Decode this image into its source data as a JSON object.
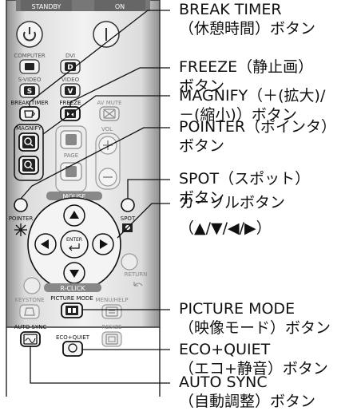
{
  "remote": {
    "buttons": {
      "standby": "STANDBY",
      "on": "ON",
      "computer": "COMPUTER",
      "dvi": "DVI",
      "dvi_key": "D",
      "svideo": "S-VIDEO",
      "svideo_key": "S",
      "video": "VIDEO",
      "video_key": "V",
      "break_timer": "BREAK TIMER",
      "freeze": "FREEZE",
      "av_mute": "AV MUTE",
      "magnify": "MAGNIFY",
      "vol": "VOL",
      "page": "PAGE",
      "mouse": "MOUSE",
      "pointer": "POINTER",
      "spot": "SPOT",
      "enter": "ENTER",
      "return": "RETURN",
      "r_click": "R-CLICK",
      "keystone": "KEYSTONE",
      "picture_mode": "PICTURE MODE",
      "menu_help": "MENU/HELP",
      "auto_sync": "AUTO SYNC",
      "eco_quiet": "ECO+QUIET",
      "resize": "RESIZE"
    }
  },
  "callouts": [
    {
      "lines": [
        "BREAK TIMER",
        "（休憩時間）ボタン"
      ]
    },
    {
      "lines": [
        "FREEZE（静止画）",
        "ボタン"
      ]
    },
    {
      "lines": [
        "MAGNIFY（＋(拡大)/",
        "－(縮小)）ボタン"
      ]
    },
    {
      "lines": [
        "POINTER（ポインタ）",
        "ボタン"
      ]
    },
    {
      "lines": [
        "SPOT（スポット）",
        "ボタン"
      ]
    },
    {
      "lines": [
        "カーソルボタン",
        "（▲/▼/◀/▶）"
      ]
    },
    {
      "lines": [
        "PICTURE MODE",
        "（映像モード）ボタン"
      ]
    },
    {
      "lines": [
        "ECO+QUIET",
        "（エコ+静音）ボタン"
      ]
    },
    {
      "lines": [
        "AUTO SYNC",
        "（自動調整）ボタン"
      ]
    }
  ]
}
